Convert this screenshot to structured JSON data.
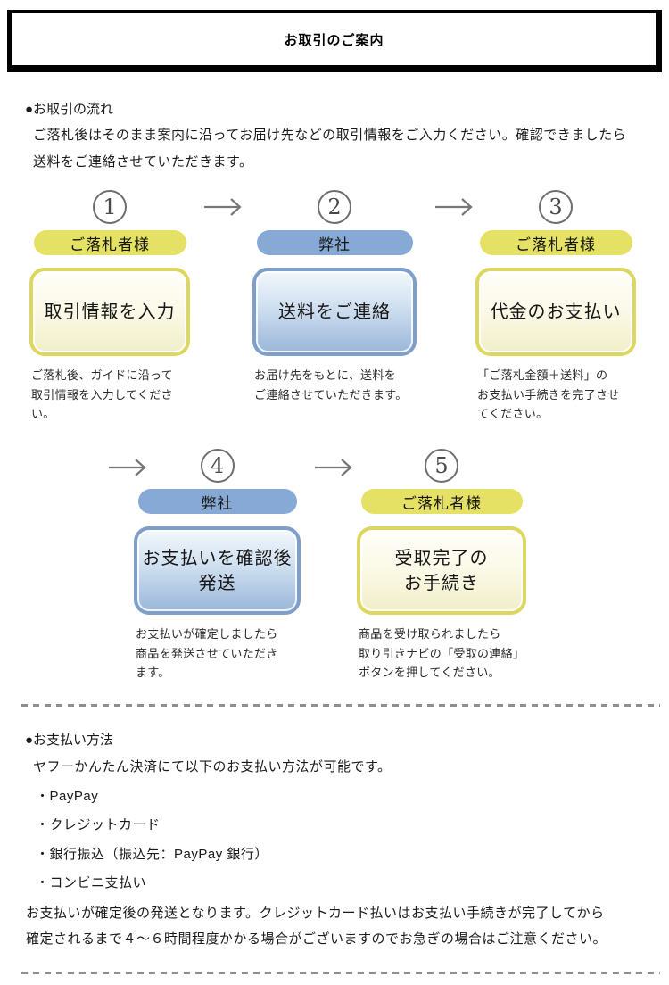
{
  "page": {
    "title": "お取引のご案内"
  },
  "flow": {
    "heading": "●お取引の流れ",
    "intro_lines": [
      "ご落札後はそのまま案内に沿ってお届け先などの取引情報をご入力ください。確認できましたら",
      "送料をご連絡させていただきます。"
    ],
    "steps": [
      {
        "num": "1",
        "role": "ご落札者様",
        "action_lines": [
          "取引情報を入力"
        ],
        "desc_lines": [
          "ご落札後、ガイドに沿って",
          "取引情報を入力してくださ",
          "い。"
        ]
      },
      {
        "num": "2",
        "role": "弊社",
        "action_lines": [
          "送料をご連絡"
        ],
        "desc_lines": [
          "お届け先をもとに、送料を",
          "ご連絡させていただきます。"
        ]
      },
      {
        "num": "3",
        "role": "ご落札者様",
        "action_lines": [
          "代金のお支払い"
        ],
        "desc_lines": [
          "「ご落札金額＋送料」の",
          "お支払い手続きを完了させ",
          "てください。"
        ]
      },
      {
        "num": "4",
        "role": "弊社",
        "action_lines": [
          "お支払いを確認後",
          "発送"
        ],
        "desc_lines": [
          "お支払いが確定しましたら",
          "商品を発送させていただき",
          "ます。"
        ]
      },
      {
        "num": "5",
        "role": "ご落札者様",
        "action_lines": [
          "受取完了の",
          "お手続き"
        ],
        "desc_lines": [
          "商品を受け取られましたら",
          "取り引きナビの「受取の連絡」",
          "ボタンを押してください。"
        ]
      }
    ]
  },
  "payment": {
    "heading": "●お支払い方法",
    "intro": "ヤフーかんたん決済にて以下のお支払い方法が可能です。",
    "methods": [
      "・PayPay",
      "・クレジットカード",
      "・銀行振込（振込先：PayPay 銀行）",
      "・コンビニ支払い"
    ],
    "note_lines": [
      "お支払いが確定後の発送となります。クレジットカード払いはお支払い手続きが完了してから",
      "確定されるまで４～６時間程度かかる場合がございますのでお急ぎの場合はご注意ください。"
    ]
  },
  "colors": {
    "accent_yellow": "#e5e165",
    "accent_blue": "#87a9d6",
    "border_yellow": "#ddd75f",
    "border_blue": "#7e9fca",
    "gray_line": "#8f8f8f"
  }
}
